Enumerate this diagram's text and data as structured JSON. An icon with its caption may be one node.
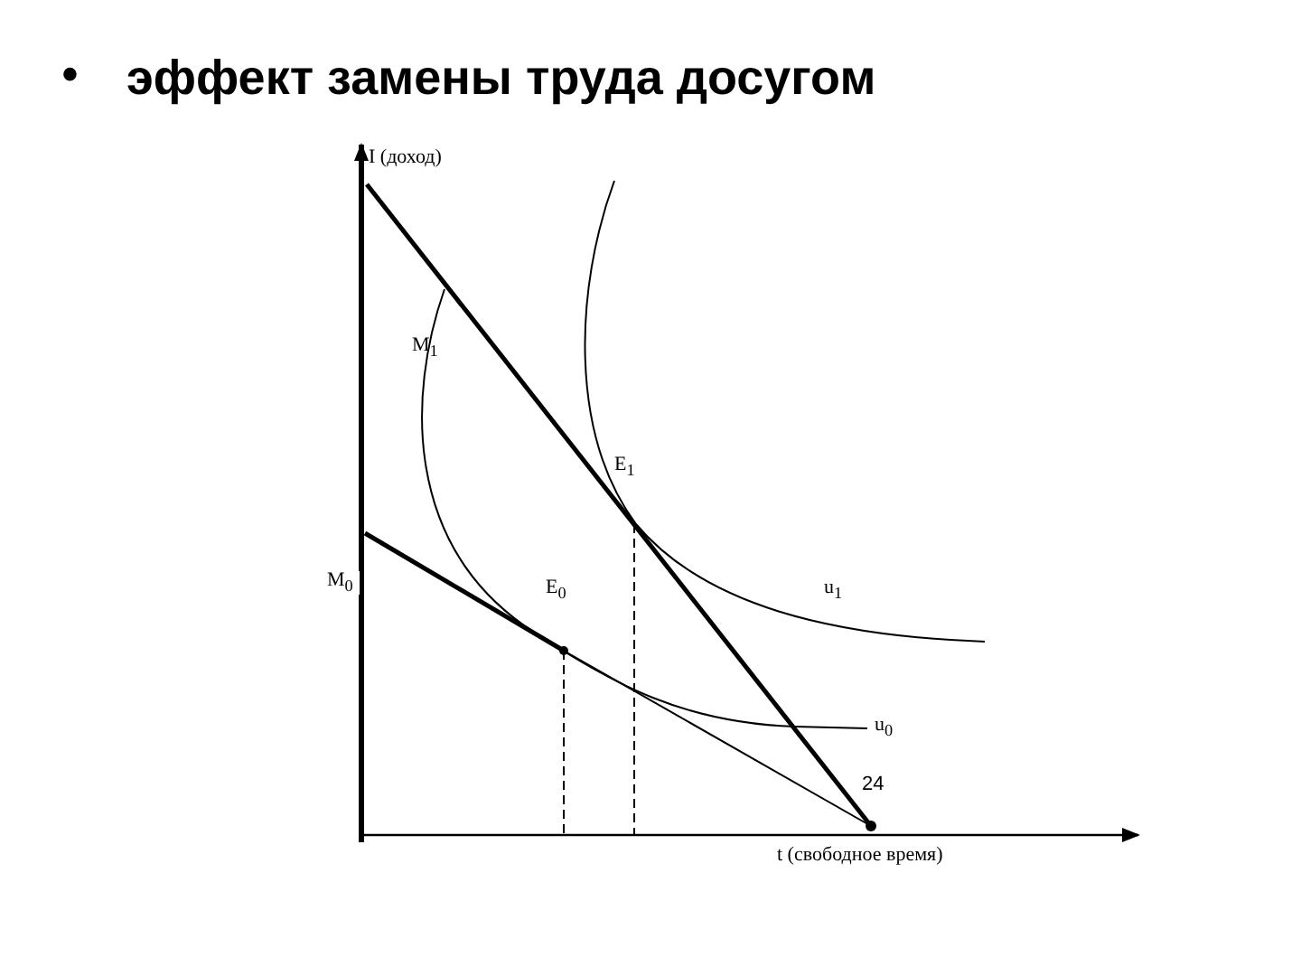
{
  "diagram": {
    "title": "эффект замены труда досугом",
    "labels": [
      "I (доход)",
      "M$_{1}$",
      "E$_{1}$",
      "M$_{0}$",
      "E$_{0}$",
      "u$_{1}$",
      "u$_{0}$",
      "24",
      "t (свободное время)",
      "•"
    ]
  }
}
